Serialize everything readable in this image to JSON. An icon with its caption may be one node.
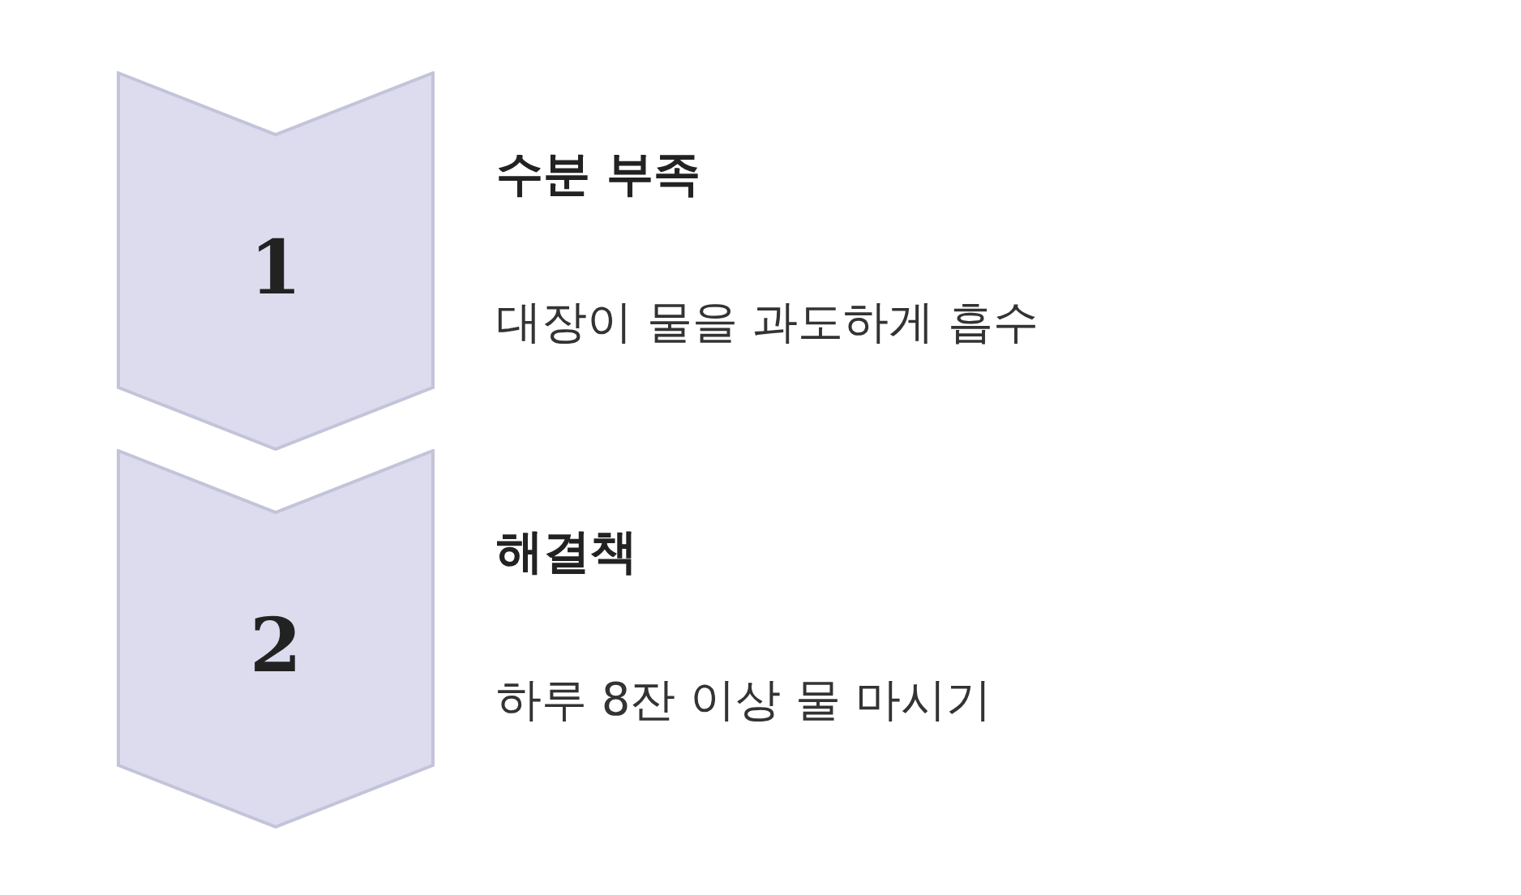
{
  "diagram": {
    "nodes": [
      {
        "text": [
          "1"
        ],
        "beside": [
          "수분 부족",
          "대장이 물을 과도하게 흡수"
        ]
      },
      {
        "text": [
          "2"
        ],
        "beside": [
          "해결책",
          "하루 8잔 이상 물 마시기"
        ]
      }
    ]
  }
}
